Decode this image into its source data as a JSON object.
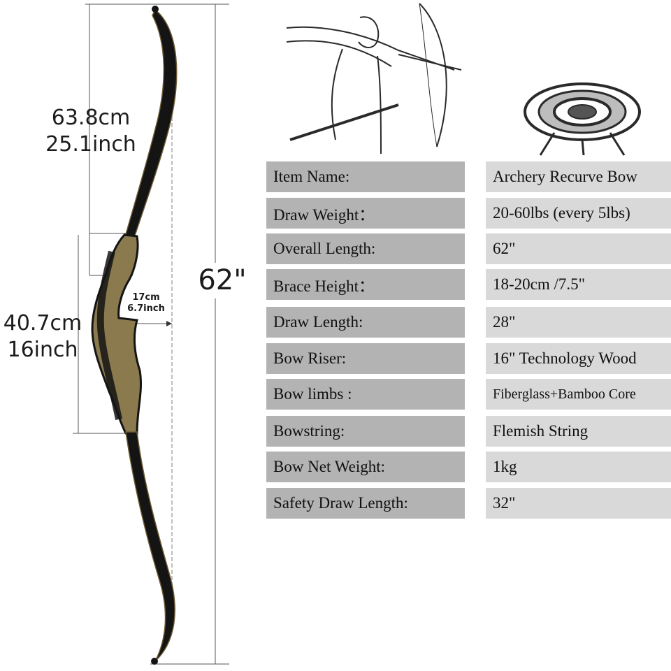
{
  "dimensions": {
    "upper_limb_cm": "63.8cm",
    "upper_limb_inch": "25.1inch",
    "riser_cm": "40.7cm",
    "riser_inch": "16inch",
    "brace_cm": "17cm",
    "brace_inch": "6.7inch",
    "overall_length": "62\""
  },
  "illustration": {
    "icons": [
      "archer-illustration",
      "target-icon"
    ]
  },
  "specs": [
    {
      "label": "Item  Name:",
      "value": "Archery Recurve Bow"
    },
    {
      "label": "Draw Weight：",
      "value": "20-60lbs (every 5lbs)"
    },
    {
      "label": "Overall Length:",
      "value": "62\""
    },
    {
      "label": "Brace Height：",
      "value": "18-20cm /7.5\""
    },
    {
      "label": "Draw Length:",
      "value": "28\""
    },
    {
      "label": "Bow Riser:",
      "value": "16\" Technology Wood"
    },
    {
      "label": "Bow limbs :",
      "value": "Fiberglass+Bamboo Core"
    },
    {
      "label": "Bowstring:",
      "value": "Flemish String"
    },
    {
      "label": "Bow Net Weight:",
      "value": "1kg"
    },
    {
      "label": "Safety Draw Length:",
      "value": "32\""
    }
  ],
  "colors": {
    "label_bg": "#b3b3b3",
    "value_bg": "#d9d9d9",
    "bow_black": "#141414",
    "wood": "#8a7a4e"
  }
}
